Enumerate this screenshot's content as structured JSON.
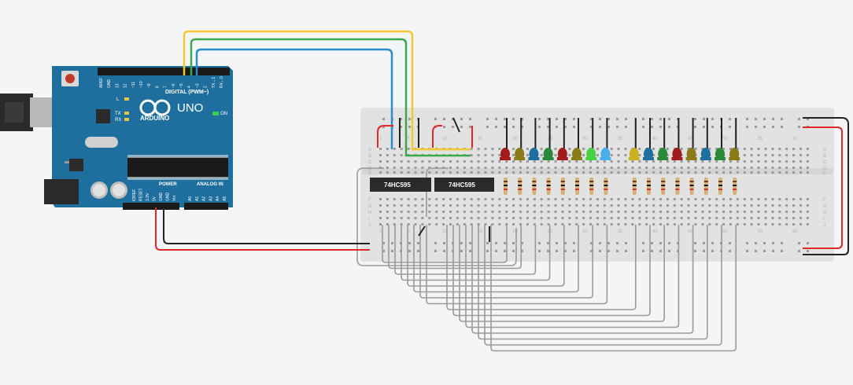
{
  "arduino": {
    "brand": "ARDUINO",
    "model": "UNO",
    "digital_label": "DIGITAL (PWM~)",
    "on_label": "ON",
    "power_label": "POWER",
    "analog_label": "ANALOG IN",
    "l_label": "L",
    "tx_label": "TX",
    "rx_label": "RX",
    "digital_pins": [
      "AREF",
      "GND",
      "13",
      "12",
      "~11",
      "~10",
      "~9",
      "8",
      "7",
      "~6",
      "~5",
      "4",
      "~3",
      "2",
      "TX→1",
      "RX←0"
    ],
    "power_pins": [
      "IOREF",
      "RESET",
      "3.3V",
      "5V",
      "GND",
      "GND",
      "Vin"
    ],
    "analog_pins": [
      "A0",
      "A1",
      "A2",
      "A3",
      "A4",
      "A5"
    ]
  },
  "breadboard": {
    "column_numbers": [
      "1",
      "5",
      "10",
      "15",
      "20",
      "25",
      "30",
      "35",
      "40",
      "45",
      "50",
      "55",
      "60"
    ],
    "row_letters_top": [
      "A",
      "B",
      "C",
      "D",
      "E"
    ],
    "row_letters_bottom": [
      "F",
      "G",
      "H",
      "I",
      "J"
    ]
  },
  "chips": [
    {
      "label": "74HC595"
    },
    {
      "label": "74HC595"
    }
  ],
  "leds": [
    "red",
    "olive",
    "blue",
    "green",
    "red",
    "olive",
    "green",
    "blue",
    "yellow",
    "blue",
    "green",
    "red",
    "olive",
    "blue",
    "green",
    "olive"
  ],
  "colors": {
    "board_blue": "#1f6f9e",
    "breadboard": "#e4e4e4",
    "wire_yellow": "#f0c832",
    "wire_green": "#3aa84a",
    "wire_blue": "#2a8ec8",
    "wire_red": "#e02828",
    "wire_black": "#222222",
    "wire_gray": "#9a9a9a",
    "led_red": "#a01c1c",
    "led_olive": "#8a7a18",
    "led_blue": "#1e6ea0",
    "led_green": "#2a8a3a",
    "led_lightgreen": "#46d046",
    "led_lightblue": "#4aaee8",
    "led_yellow": "#c8b020"
  }
}
